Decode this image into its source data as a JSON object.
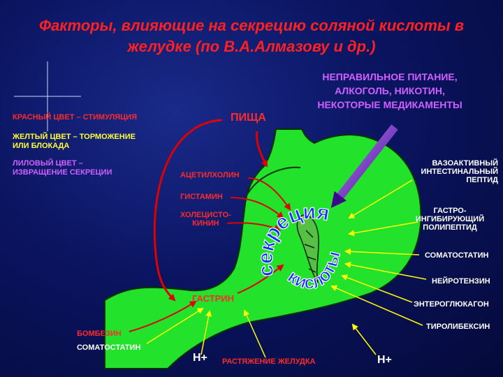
{
  "title_line1": "Факторы, влияющие на секрецию соляной кислоты в",
  "title_line2": "желудке (по В.А.Алмазову и др.)",
  "legend": {
    "red": "КРАСНЫЙ ЦВЕТ – СТИМУЛЯЦИЯ",
    "yellow": "ЖЕЛТЫЙ ЦВЕТ – ТОРМОЖЕНИЕ\nИЛИ БЛОКАДА",
    "lilac": "ЛИЛОВЫЙ ЦВЕТ –\nИЗВРАЩЕНИЕ СЕКРЕЦИИ"
  },
  "factors_text": "НЕПРАВИЛЬНОЕ ПИТАНИЕ,\nАЛКОГОЛЬ, НИКОТИН,\nНЕКОТОРЫЕ МЕДИКАМЕНТЫ",
  "food": "ПИЩА",
  "center_words": [
    "секреция",
    "кислоты"
  ],
  "stimulators": {
    "acetylcholine": "АЦЕТИЛХОЛИН",
    "histamine": "ГИСТАМИН",
    "cholecystokinin": "ХОЛЕЦИСТО-\nКИНИН",
    "gastrin": "ГАСТРИН",
    "bombesin": "БОМБЕЗИН"
  },
  "inhibitors": {
    "vip": "ВАЗОАКТИВНЫЙ\nИНТЕСТИНАЛЬНЫЙ\nПЕПТИД",
    "gip": "ГАСТРО-\nИНГИБИРУЮЩИЙ\nПОЛИПЕПТИД",
    "somatostatin_right": "СОМАТОСТАТИН",
    "neurotensin": "НЕЙРОТЕНЗИН",
    "enteroglucagon": "ЭНТЕРОГЛЮКАГОН",
    "tyroliberin": "ТИРОЛИБЕКСИН",
    "somatostatin_left": "СОМАТОСТАТИН",
    "h_left": "Н+",
    "h_right": "Н+"
  },
  "stomach_distension": "РАСТЯЖЕНИЕ ЖЕЛУДКА",
  "colors": {
    "stomach": "#22e22c",
    "stimulation": "#e00000",
    "inhibition": "#ffff00",
    "perversion": "#8a2be2",
    "center_text": "#1030ff"
  }
}
